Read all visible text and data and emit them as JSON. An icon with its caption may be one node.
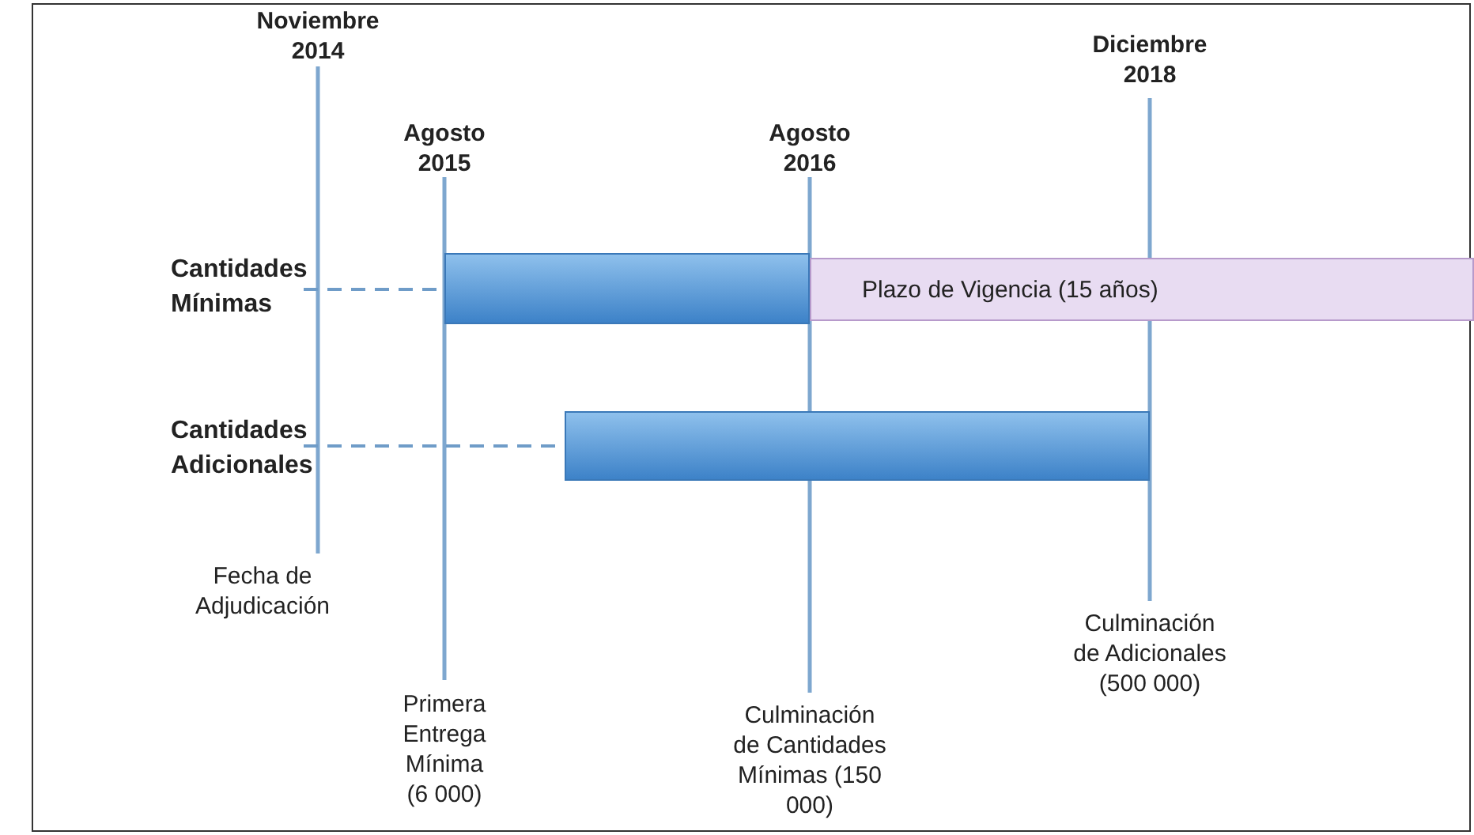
{
  "diagram": {
    "nodes": [
      {
        "text": [
          "Cantidades Mínimas"
        ]
      },
      {
        "text": [],
        "shape": "bar"
      },
      {
        "text": [
          "Plazo de Vigencia (15 años)"
        ]
      },
      {
        "text": [
          "Cantidades Adicionales"
        ]
      },
      {
        "text": [],
        "shape": "bar"
      }
    ],
    "edges": [
      {
        "from": 0,
        "to": 1,
        "arrow": "none",
        "style": "dashed"
      },
      {
        "from": 3,
        "to": 4,
        "arrow": "none",
        "style": "dashed"
      }
    ],
    "labels": [
      "Noviembre 2014",
      "Diciembre 2018",
      "Agosto 2015",
      "Agosto 2016",
      "Fecha de Adjudicación",
      "Culminación de Adicionales (500 000)",
      "Primera Entrega Mínima (6 000)",
      "Culminación de Cantidades Mínimas (150 000)"
    ]
  }
}
